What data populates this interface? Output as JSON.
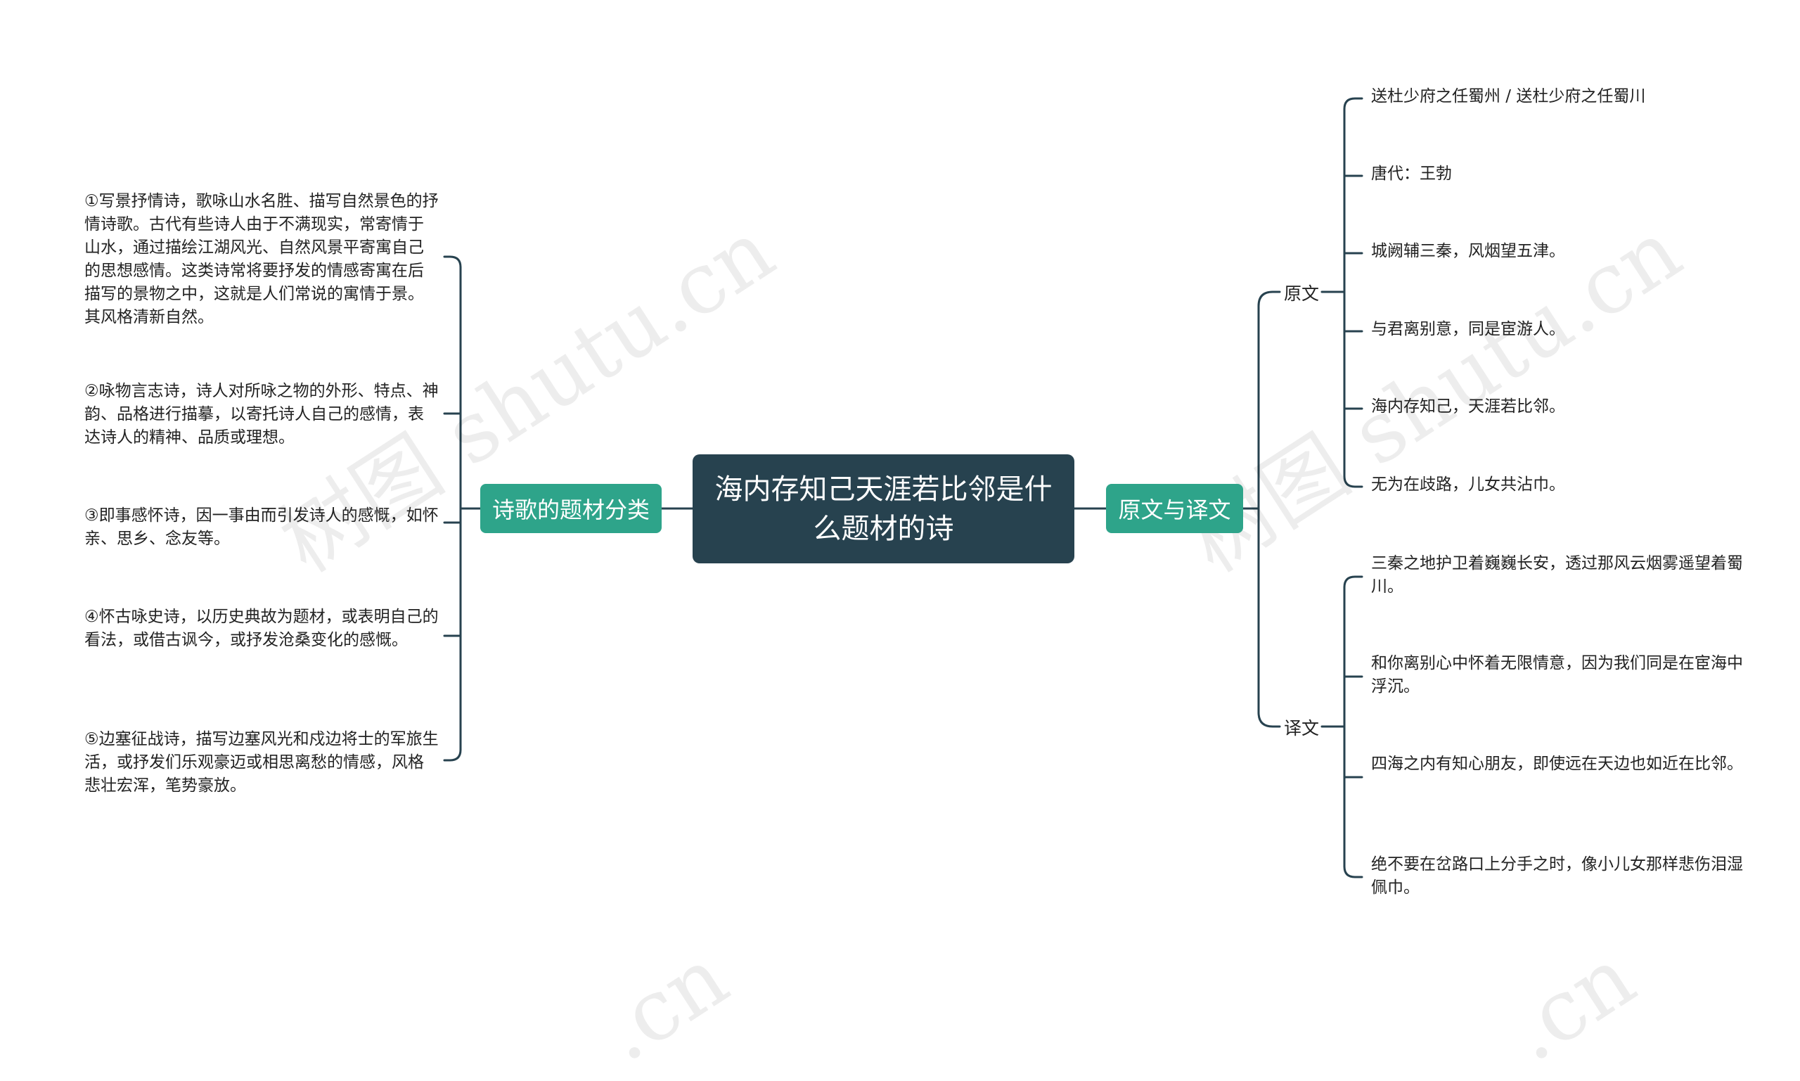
{
  "watermark": "树图 shutu.cn",
  "watermark_short": ".cn",
  "root": "海内存知己天涯若比邻是什么题材的诗",
  "left_branch": {
    "label": "诗歌的题材分类",
    "items": [
      "①写景抒情诗，歌咏山水名胜、描写自然景色的抒情诗歌。古代有些诗人由于不满现实，常寄情于山水，通过描绘江湖风光、自然风景平寄寓自己的思想感情。这类诗常将要抒发的情感寄寓在后描写的景物之中，这就是人们常说的寓情于景。其风格清新自然。",
      "②咏物言志诗，诗人对所咏之物的外形、特点、神韵、品格进行描摹，以寄托诗人自己的感情，表达诗人的精神、品质或理想。",
      "③即事感怀诗，因一事由而引发诗人的感慨，如怀亲、思乡、念友等。",
      "④怀古咏史诗，以历史典故为题材，或表明自己的看法，或借古讽今，或抒发沧桑变化的感慨。",
      "⑤边塞征战诗，描写边塞风光和戍边将士的军旅生活，或抒发们乐观豪迈或相思离愁的情感，风格悲壮宏浑，笔势豪放。"
    ]
  },
  "right_branch": {
    "label": "原文与译文",
    "original": {
      "label": "原文",
      "items": [
        "送杜少府之任蜀州 / 送杜少府之任蜀川",
        "唐代：王勃",
        "城阙辅三秦，风烟望五津。",
        "与君离别意，同是宦游人。",
        "海内存知己，天涯若比邻。",
        "无为在歧路，儿女共沾巾。"
      ]
    },
    "translation": {
      "label": "译文",
      "items": [
        "三秦之地护卫着巍巍长安，透过那风云烟雾遥望着蜀川。",
        "和你离别心中怀着无限情意，因为我们同是在宦海中浮沉。",
        "四海之内有知心朋友，即使远在天边也如近在比邻。",
        "绝不要在岔路口上分手之时，像小儿女那样悲伤泪湿佩巾。"
      ]
    }
  },
  "colors": {
    "root_bg": "#27424f",
    "branch_bg": "#2ea48a",
    "line": "#27424f"
  }
}
